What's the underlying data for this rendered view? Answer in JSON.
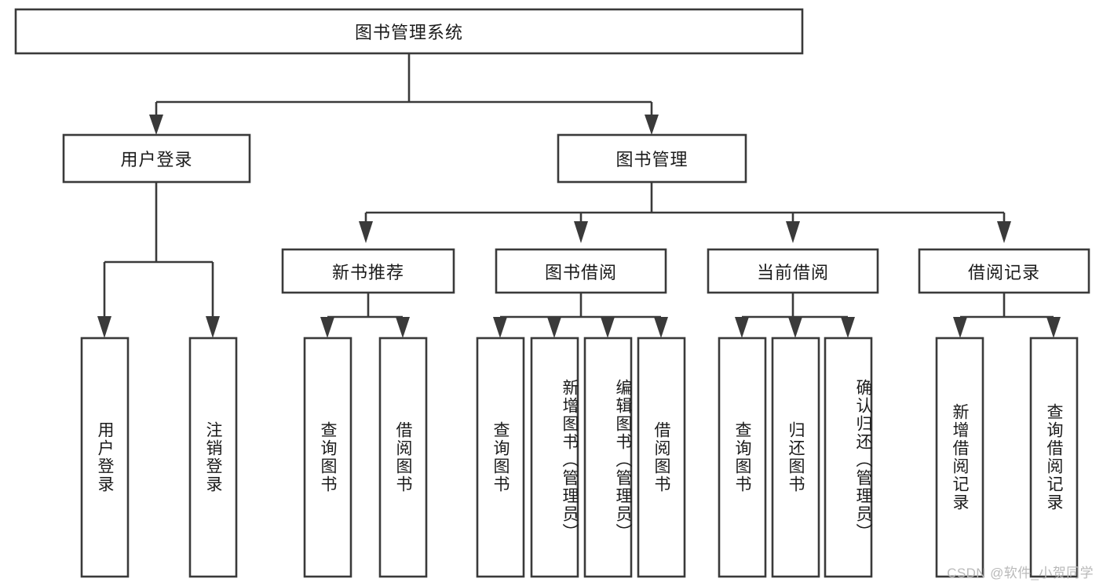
{
  "diagram": {
    "type": "tree-hierarchy",
    "title": "图书管理系统",
    "root": {
      "label": "图书管理系统"
    },
    "level2": [
      {
        "label": "用户登录"
      },
      {
        "label": "图书管理"
      }
    ],
    "level3": [
      {
        "label": "新书推荐"
      },
      {
        "label": "图书借阅"
      },
      {
        "label": "当前借阅"
      },
      {
        "label": "借阅记录"
      }
    ],
    "leaves": {
      "user_login": [
        {
          "label": "用户登录"
        },
        {
          "label": "注销登录"
        }
      ],
      "new_book_recommend": [
        {
          "label": "查询图书"
        },
        {
          "label": "借阅图书"
        }
      ],
      "book_borrow": [
        {
          "label": "查询图书"
        },
        {
          "label": "新增图书（管理员）"
        },
        {
          "label": "编辑图书（管理员）"
        },
        {
          "label": "借阅图书"
        }
      ],
      "current_borrow": [
        {
          "label": "查询图书"
        },
        {
          "label": "归还图书"
        },
        {
          "label": "确认归还（管理员）"
        }
      ],
      "borrow_record": [
        {
          "label": "新增借阅记录"
        },
        {
          "label": "查询借阅记录"
        }
      ]
    }
  },
  "watermark": {
    "text": "CSDN @软件_小贺同学"
  },
  "colors": {
    "stroke": "#3a3a3a",
    "box_fill": "#ffffff",
    "text": "#1b1b1b",
    "background": "#ffffff",
    "watermark": "#b9b9b9"
  }
}
